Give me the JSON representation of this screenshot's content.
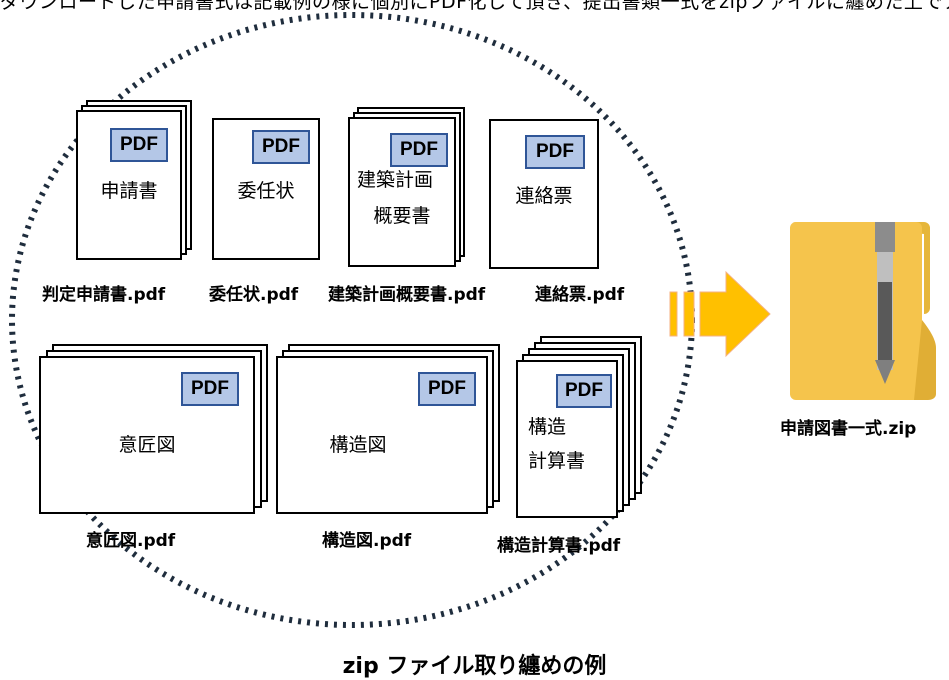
{
  "top_text": "ダウンロードした申請書式は記載例の様に個別にPDF化して頂き、提出書類一式をzipファイルに纏めた上でアップロードしてください。",
  "badge_label": "PDF",
  "documents": [
    {
      "label": "申請書",
      "filename": "判定申請書.pdf"
    },
    {
      "label": "委任状",
      "filename": "委任状.pdf"
    },
    {
      "label_line1": "建築計画",
      "label_line2": "概要書",
      "filename": "建築計画概要書.pdf"
    },
    {
      "label": "連絡票",
      "filename": "連絡票.pdf"
    },
    {
      "label": "意匠図",
      "filename": "意匠図.pdf"
    },
    {
      "label": "構造図",
      "filename": "構造図.pdf"
    },
    {
      "label_line1": "構造",
      "label_line2": "計算書",
      "filename": "構造計算書.pdf"
    }
  ],
  "zip_filename": "申請図書一式.zip",
  "caption": "zip ファイル取り纏めの例",
  "colors": {
    "badge_fill": "#b4c7e7",
    "badge_border": "#2f5597",
    "arrow": "#ffc000",
    "folder": "#f5c44c",
    "circle_dots": "#1f2d3d"
  }
}
